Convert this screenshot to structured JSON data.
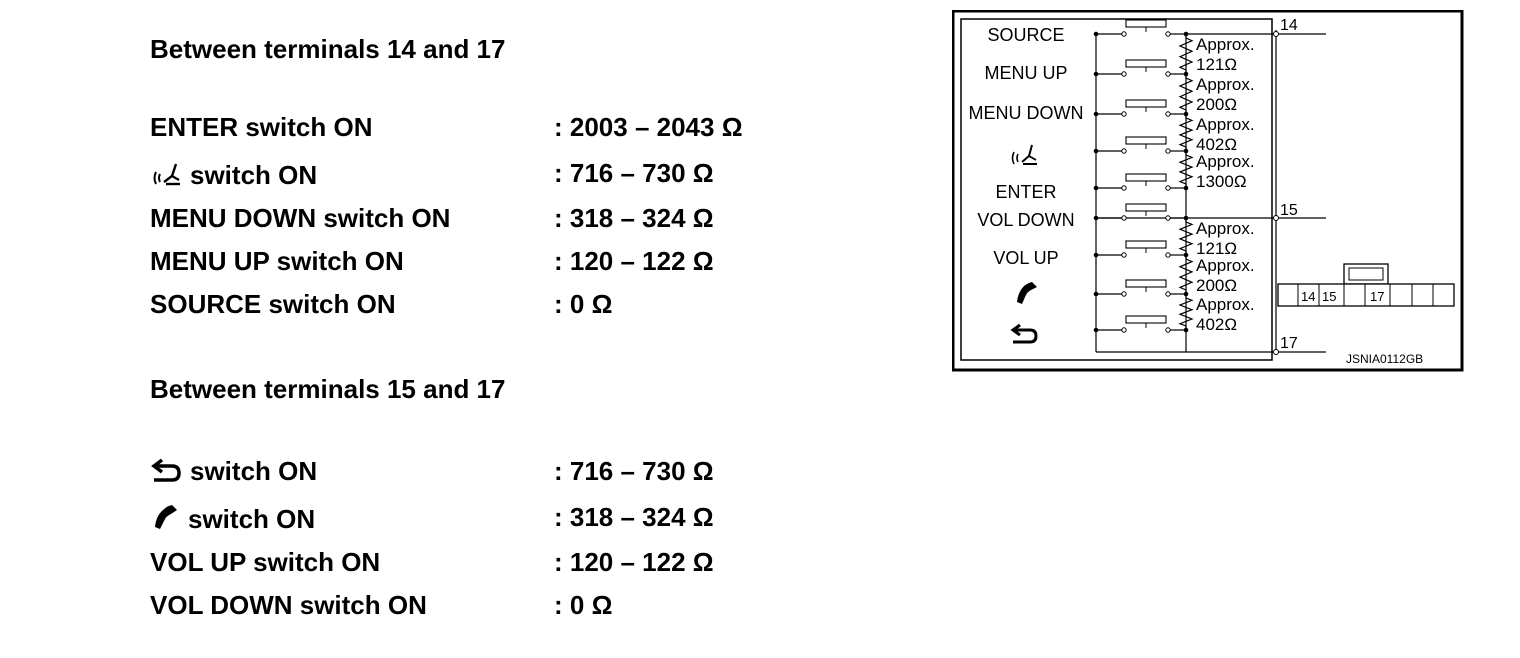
{
  "group1": {
    "heading": "Between terminals 14 and 17",
    "rows": [
      {
        "label": "ENTER switch ON",
        "value": ": 2003 – 2043 Ω"
      },
      {
        "label": "switch ON",
        "icon": "voice-icon",
        "value": ": 716 – 730 Ω"
      },
      {
        "label": "MENU DOWN switch ON",
        "value": ": 318 – 324 Ω"
      },
      {
        "label": "MENU UP switch ON",
        "value": ": 120 – 122 Ω"
      },
      {
        "label": "SOURCE switch ON",
        "value": ": 0 Ω"
      }
    ]
  },
  "group2": {
    "heading": "Between terminals 15 and 17",
    "rows": [
      {
        "label": "switch ON",
        "icon": "back-icon",
        "value": ": 716 – 730 Ω"
      },
      {
        "label": "switch ON",
        "icon": "phone-icon",
        "value": ": 318 – 324 Ω"
      },
      {
        "label": "VOL UP switch ON",
        "value": ": 120 – 122 Ω"
      },
      {
        "label": "VOL DOWN switch ON",
        "value": ": 0 Ω"
      }
    ]
  },
  "diagram": {
    "switches": [
      "SOURCE",
      "MENU UP",
      "MENU DOWN",
      "",
      "ENTER",
      "VOL DOWN",
      "VOL UP",
      "",
      ""
    ],
    "resistors": [
      {
        "approx": "Approx.",
        "value": "121Ω"
      },
      {
        "approx": "Approx.",
        "value": "200Ω"
      },
      {
        "approx": "Approx.",
        "value": "402Ω"
      },
      {
        "approx": "Approx.",
        "value": "1300Ω"
      },
      {
        "approx": "Approx.",
        "value": "121Ω"
      },
      {
        "approx": "Approx.",
        "value": "200Ω"
      },
      {
        "approx": "Approx.",
        "value": "402Ω"
      }
    ],
    "terminals": [
      "14",
      "15",
      "17"
    ],
    "connector_labels": [
      "14",
      "15",
      "17"
    ],
    "figure_code": "JSNIA0112GB"
  }
}
